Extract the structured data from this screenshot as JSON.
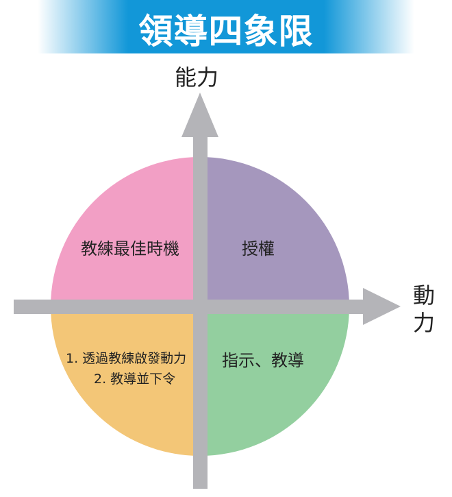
{
  "title": "領導四象限",
  "axes": {
    "y_label": "能力",
    "x_label_line1": "動",
    "x_label_line2": "力"
  },
  "quadrants": {
    "top_left": {
      "label": "教練最佳時機",
      "color": "#f29fc5"
    },
    "top_right": {
      "label": "授權",
      "color": "#a597bd"
    },
    "bottom_left": {
      "line1": "1. 透過教練啟發動力",
      "line2": "2. 教導並下令",
      "color": "#f3c677"
    },
    "bottom_right": {
      "label": "指示、教導",
      "color": "#93cf9f"
    }
  },
  "colors": {
    "banner": "#1297d8",
    "axis": "#b4b4b8"
  }
}
